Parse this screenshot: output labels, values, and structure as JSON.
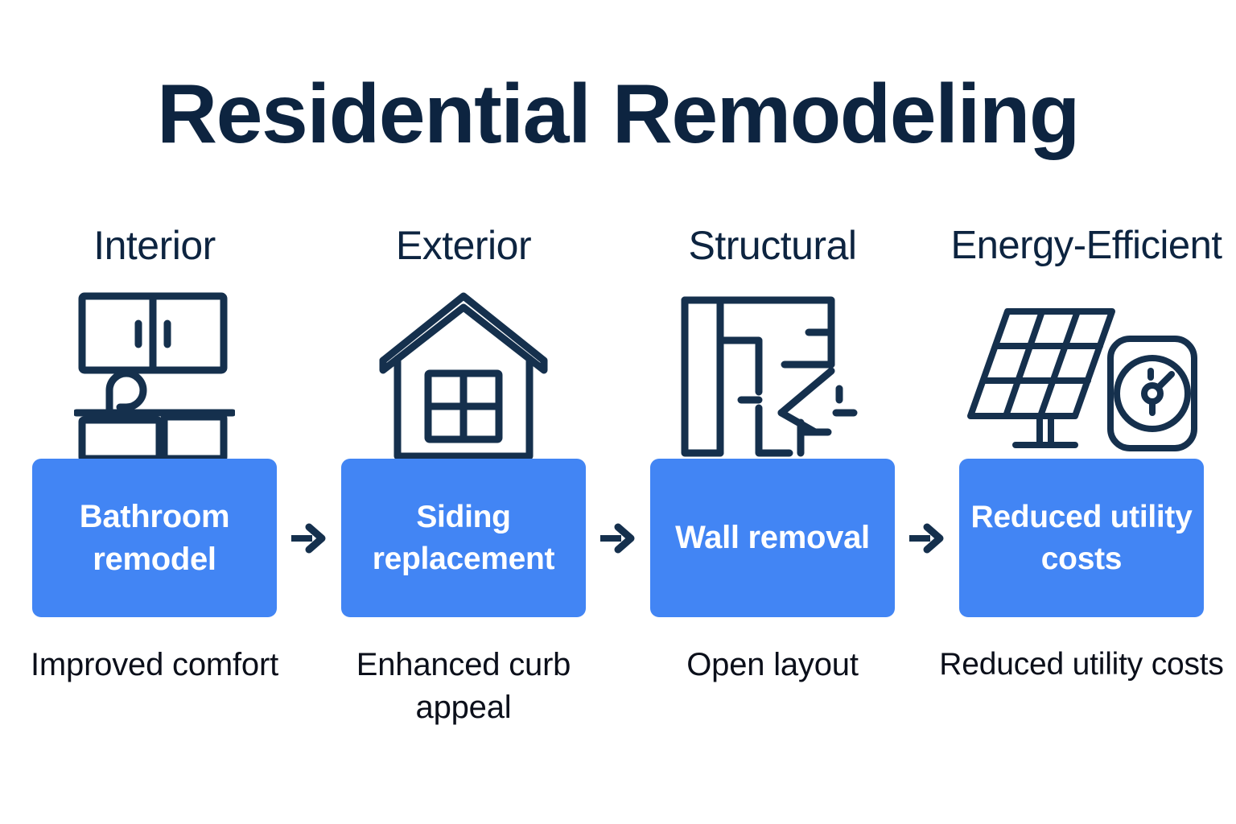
{
  "page": {
    "title": "Residential Remodeling",
    "background_color": "#ffffff",
    "title_color": "#0d2440",
    "accent_color": "#4285f4",
    "icon_color": "#15304d",
    "caption_color": "#0b0f1a"
  },
  "columns": [
    {
      "category": "Interior",
      "icon": "kitchen-cabinets-sink-icon",
      "box_label": "Bathroom remodel",
      "caption": "Improved comfort",
      "arrow_after": true
    },
    {
      "category": "Exterior",
      "icon": "house-with-window-icon",
      "box_label": "Siding replacement",
      "caption": "Enhanced curb appeal",
      "arrow_after": true
    },
    {
      "category": "Structural",
      "icon": "floor-plan-icon",
      "box_label": "Wall removal",
      "caption": "Open layout",
      "arrow_after": true
    },
    {
      "category": "Energy-Efficient",
      "icon": "solar-panel-meter-icon",
      "box_label": "Reduced utility costs",
      "caption": "Reduced utility costs",
      "arrow_after": false
    }
  ],
  "arrow": {
    "glyph": "right-arrow",
    "color": "#15304d"
  }
}
